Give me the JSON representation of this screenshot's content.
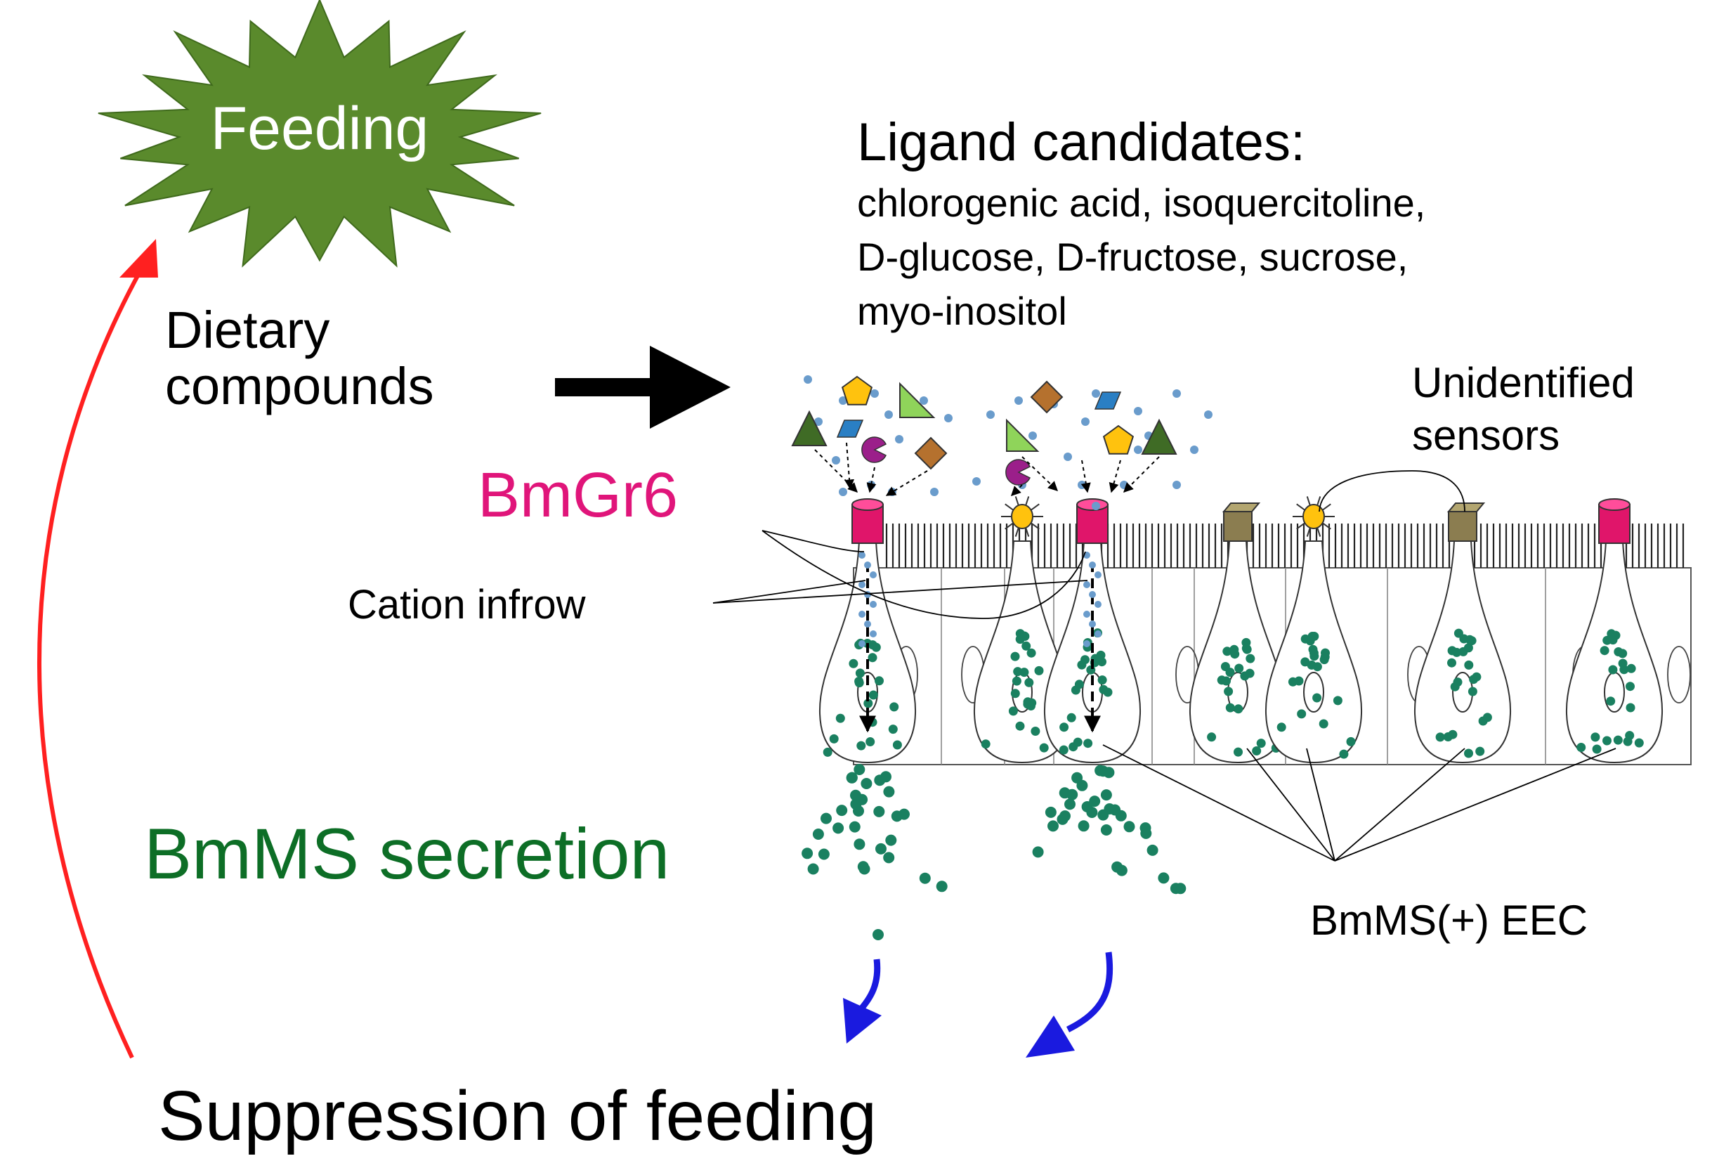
{
  "labels": {
    "feeding": "Feeding",
    "dietary_line1": "Dietary",
    "dietary_line2": "compounds",
    "ligand_title": "Ligand candidates:",
    "ligand_line1": "chlorogenic acid, isoquercitoline,",
    "ligand_line2": "D-glucose, D-fructose, sucrose,",
    "ligand_line3": "myo-inositol",
    "bmgr6": "BmGr6",
    "cation_inflow": "Cation infrow",
    "unidentified_line1": "Unidentified",
    "unidentified_line2": "sensors",
    "bmms_secretion": "BmMS secretion",
    "eec": "BmMS(+) EEC",
    "suppression": "Suppression of feeding"
  },
  "colors": {
    "starburst": "#5a8a2c",
    "feedback_arrow": "#ff2020",
    "bmgr6_text": "#e0157a",
    "bmgr6_receptor": "#e0156a",
    "secretion_text": "#0d6e26",
    "granule": "#1a8060",
    "ion_dot": "#6a9ccc",
    "blue_arrow": "#1a1adf",
    "unidentified_receptor": "#8b7d50",
    "ligand_triangle_dark": "#3f6b25",
    "ligand_triangle_light": "#8fd45a",
    "ligand_pentagon": "#ffc20e",
    "ligand_parallelogram": "#2a7fc4",
    "ligand_diamond": "#b5712e",
    "ligand_pacman": "#9b1f8a"
  },
  "icons": {
    "feeding_shape": "starburst-icon",
    "ligand_shapes": [
      "triangle-icon",
      "pentagon-icon",
      "parallelogram-icon",
      "diamond-icon",
      "pacman-icon"
    ],
    "receptor": "cylinder-receptor-icon",
    "sensor_cube": "cube-sensor-icon",
    "sun_sensor": "sun-sensor-icon"
  }
}
